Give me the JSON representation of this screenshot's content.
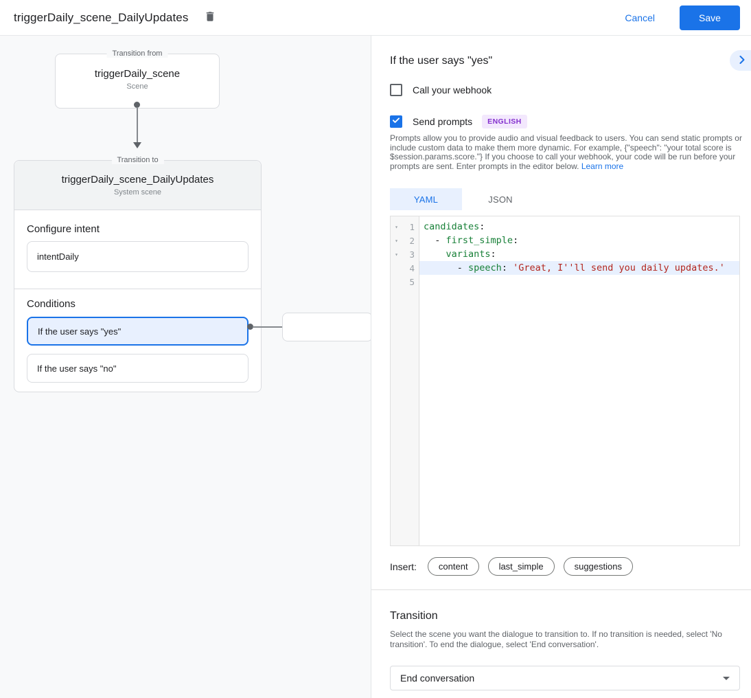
{
  "topbar": {
    "title": "triggerDaily_scene_DailyUpdates",
    "cancel_label": "Cancel",
    "save_label": "Save"
  },
  "flow": {
    "from_box": {
      "label": "Transition from",
      "title": "triggerDaily_scene",
      "subtitle": "Scene"
    },
    "to_card": {
      "label": "Transition to",
      "title": "triggerDaily_scene_DailyUpdates",
      "subtitle": "System scene",
      "intent_heading": "Configure intent",
      "intent_value": "intentDaily",
      "conditions_heading": "Conditions",
      "conditions": [
        {
          "label": "If the user says \"yes\""
        },
        {
          "label": "If the user says \"no\""
        }
      ]
    }
  },
  "panel": {
    "title": "If the user says \"yes\"",
    "webhook_label": "Call your webhook",
    "prompts_label": "Send prompts",
    "language_badge": "ENGLISH",
    "description": "Prompts allow you to provide audio and visual feedback to users. You can send static prompts or include custom data to make them more dynamic. For example, {\"speech\": \"your total score is $session.params.score.\"} If you choose to call your webhook, your code will be run before your prompts are sent. Enter prompts in the editor below. ",
    "learn_more": "Learn more",
    "tabs": [
      {
        "label": "YAML"
      },
      {
        "label": "JSON"
      }
    ],
    "insert_label": "Insert:",
    "insert_chips": [
      "content",
      "last_simple",
      "suggestions"
    ],
    "transition": {
      "heading": "Transition",
      "description": "Select the scene you want the dialogue to transition to. If no transition is needed, select 'No transition'. To end the dialogue, select 'End conversation'.",
      "selected_option": "End conversation"
    }
  },
  "editor": {
    "lines": [
      {
        "num": "1",
        "fold": true,
        "active": false,
        "tokens": [
          {
            "c": "key",
            "t": "candidates"
          },
          {
            "c": "pln",
            "t": ":"
          }
        ]
      },
      {
        "num": "2",
        "fold": true,
        "active": false,
        "tokens": [
          {
            "c": "pln",
            "t": "  - "
          },
          {
            "c": "key",
            "t": "first_simple"
          },
          {
            "c": "pln",
            "t": ":"
          }
        ]
      },
      {
        "num": "3",
        "fold": true,
        "active": false,
        "tokens": [
          {
            "c": "pln",
            "t": "    "
          },
          {
            "c": "key",
            "t": "variants"
          },
          {
            "c": "pln",
            "t": ":"
          }
        ]
      },
      {
        "num": "4",
        "fold": false,
        "active": true,
        "tokens": [
          {
            "c": "pln",
            "t": "      - "
          },
          {
            "c": "key",
            "t": "speech"
          },
          {
            "c": "pln",
            "t": ": "
          },
          {
            "c": "str",
            "t": "'Great, I''ll send you daily updates.'"
          }
        ]
      },
      {
        "num": "5",
        "fold": false,
        "active": false,
        "tokens": []
      }
    ]
  },
  "colors": {
    "accent_blue": "#1a73e8",
    "selection_bg": "#e8f0fe",
    "badge_purple": "#8430ce",
    "code_key_green": "#188038",
    "code_string_red": "#b3261e"
  }
}
